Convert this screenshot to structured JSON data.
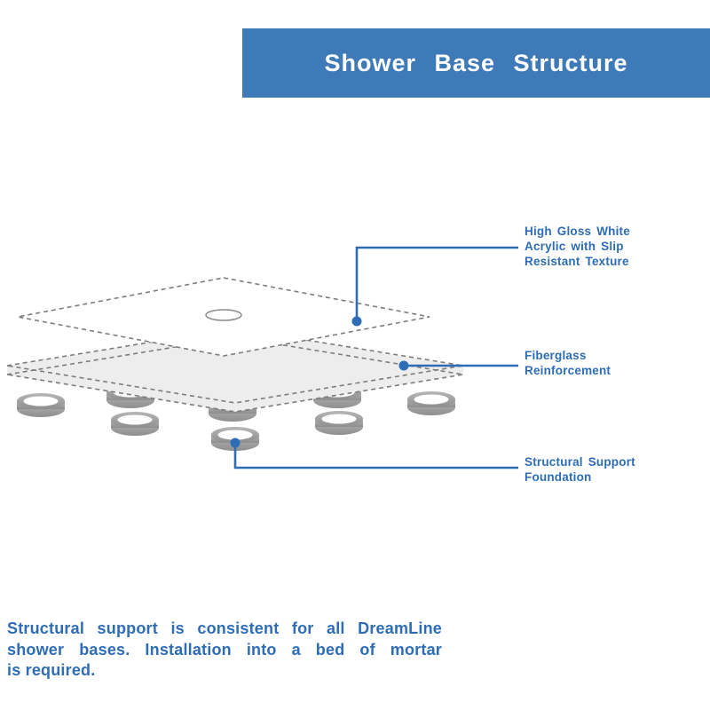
{
  "header": {
    "title": "Shower Base Structure",
    "banner_color": "#3e79b8",
    "title_color": "#ffffff"
  },
  "labels": {
    "acrylic": {
      "lines": [
        "High Gloss White",
        "Acrylic with Slip",
        "Resistant Texture"
      ]
    },
    "fiberglass": {
      "lines": [
        "Fiberglass",
        "Reinforcement"
      ]
    },
    "foundation": {
      "lines": [
        "Structural Support",
        "Foundation"
      ]
    }
  },
  "footnote": {
    "lines": [
      "Structural support is consistent for all DreamLine",
      "shower bases. Installation into a bed of mortar",
      "is required."
    ]
  },
  "diagram": {
    "layer_names": [
      "acrylic-top-layer",
      "fiberglass-slab",
      "support-rings"
    ],
    "support_ring_count": 8,
    "has_center_drain": true
  },
  "colors": {
    "accent_blue": "#2e6db6",
    "banner_blue": "#3e79b8",
    "slab_gray": "#ededed",
    "dash_gray": "#7d7d7d",
    "ring_gray": "#9e9e9e"
  }
}
